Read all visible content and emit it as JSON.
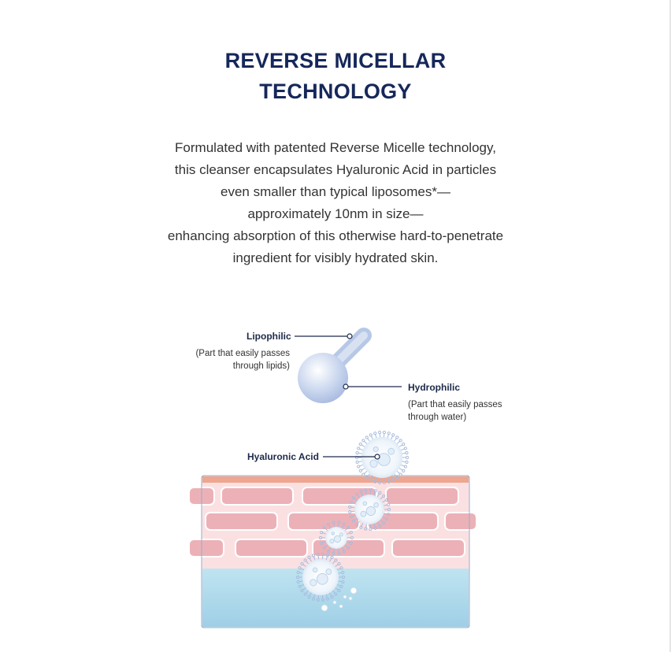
{
  "title": {
    "line1": "REVERSE MICELLAR",
    "line2": "TECHNOLOGY"
  },
  "description": [
    "Formulated with patented Reverse Micelle technology,",
    "this cleanser encapsulates Hyaluronic Acid in particles",
    "even smaller than typical liposomes*—",
    "approximately 10nm in size—",
    "enhancing absorption of this otherwise hard-to-penetrate",
    "ingredient for visibly hydrated skin."
  ],
  "diagram": {
    "lipophilic": {
      "label": "Lipophilic",
      "note1": "(Part that easily passes",
      "note2": "through lipids)"
    },
    "hydrophilic": {
      "label": "Hydrophilic",
      "note1": "(Part that easily passes",
      "note2": "through water)"
    },
    "hyaluronic": {
      "label": "Hyaluronic Acid"
    }
  },
  "colors": {
    "title": "#16275a",
    "skin_top": "#eea690",
    "skin": "#fbe0e2",
    "brick": "#ecb1b7",
    "water": "#b9e1ef"
  }
}
